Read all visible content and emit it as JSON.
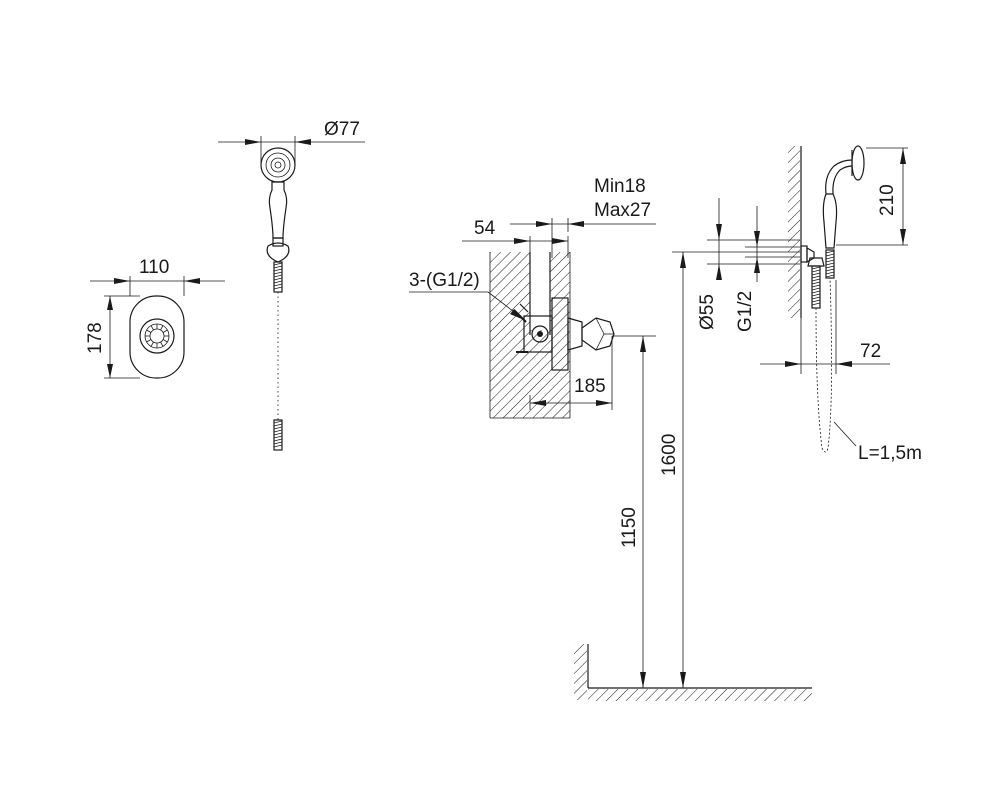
{
  "dimensions": {
    "width_110": "110",
    "height_178": "178",
    "dia_77": "Ø77",
    "dim_54": "54",
    "min_18": "Min18",
    "max_27": "Max27",
    "thread_3g": "3-(G1/2)",
    "dim_185": "185",
    "height_1150": "1150",
    "height_1600": "1600",
    "dia_55": "Ø55",
    "thread_g12": "G1/2",
    "dim_72": "72",
    "dim_210": "210",
    "hose_length": "L=1,5m"
  }
}
